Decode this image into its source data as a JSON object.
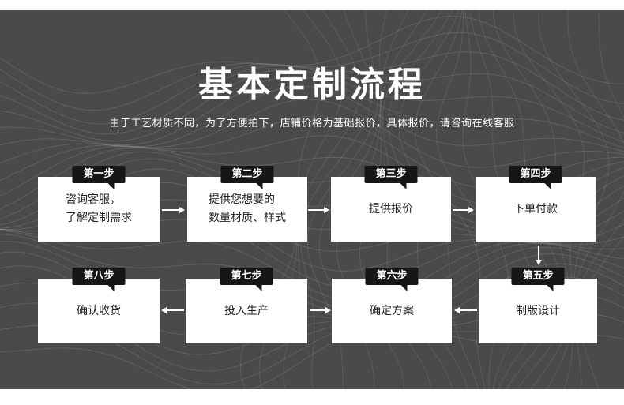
{
  "title": "基本定制流程",
  "subtitle": "由于工艺材质不同，为了方便拍下，店铺价格为基础报价，具体报价，请咨询在线客服",
  "steps": [
    {
      "label": "第一步",
      "text": "咨询客服，\n了解定制需求"
    },
    {
      "label": "第二步",
      "text": "提供您想要的\n数量材质、样式"
    },
    {
      "label": "第三步",
      "text": "提供报价"
    },
    {
      "label": "第四步",
      "text": "下单付款"
    },
    {
      "label": "第五步",
      "text": "制版设计"
    },
    {
      "label": "第六步",
      "text": "确定方案"
    },
    {
      "label": "第七步",
      "text": "投入生产"
    },
    {
      "label": "第八步",
      "text": "确认收货"
    }
  ],
  "colors": {
    "background": "#4a4a4a",
    "box": "#ffffff",
    "badge": "#161616",
    "arrow": "#ffffff",
    "text": "#222222"
  }
}
